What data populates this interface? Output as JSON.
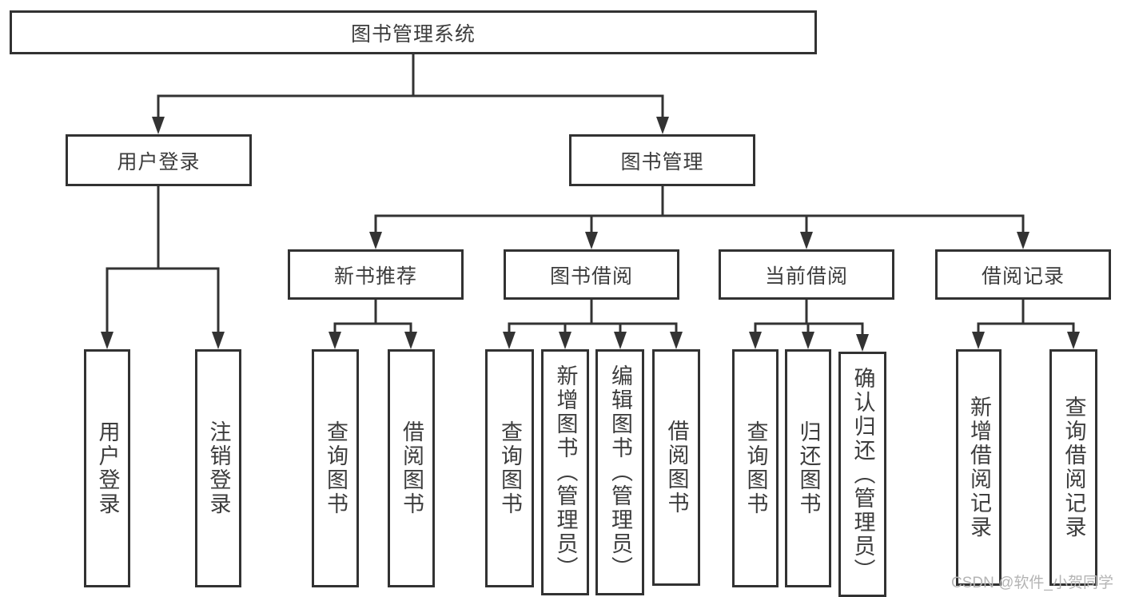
{
  "colors": {
    "line": "#333333",
    "border": "#323232",
    "text": "#3d3d3d",
    "watermark": "#b4b4b4",
    "background": "#ffffff"
  },
  "tree": {
    "root": "图书管理系统",
    "user": {
      "label": "用户登录",
      "leaves": [
        "用户登录",
        "注销登录"
      ]
    },
    "mgmt": {
      "label": "图书管理",
      "sections": [
        {
          "label": "新书推荐",
          "leaves": [
            "查询图书",
            "借阅图书"
          ]
        },
        {
          "label": "图书借阅",
          "leaves": [
            "查询图书",
            "新增图书（管理员）",
            "编辑图书（管理员）",
            "借阅图书"
          ]
        },
        {
          "label": "当前借阅",
          "leaves": [
            "查询图书",
            "归还图书",
            "确认归还（管理员）"
          ]
        },
        {
          "label": "借阅记录",
          "leaves": [
            "新增借阅记录",
            "查询借阅记录"
          ]
        }
      ]
    }
  },
  "watermark": "CSDN @软件_小贺同学"
}
